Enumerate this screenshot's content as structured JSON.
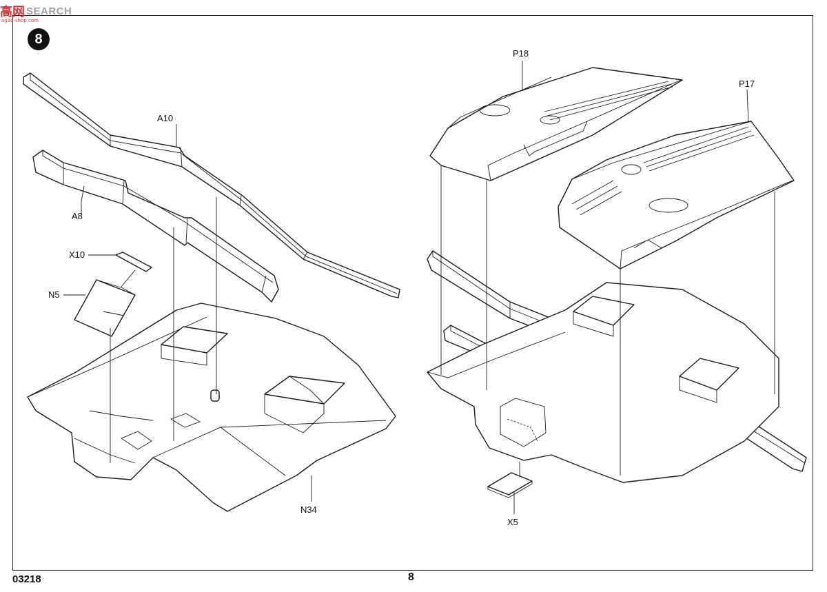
{
  "watermark": {
    "logo": "高网",
    "text": "SEARCH",
    "sub": "agao-shop.com"
  },
  "step": {
    "number": "8"
  },
  "parts": {
    "a10": "A10",
    "a8": "A8",
    "x10": "X10",
    "n5": "N5",
    "n34": "N34",
    "p18": "P18",
    "p17": "P17",
    "x5": "X5"
  },
  "footer": {
    "code": "03218",
    "page": "8"
  }
}
